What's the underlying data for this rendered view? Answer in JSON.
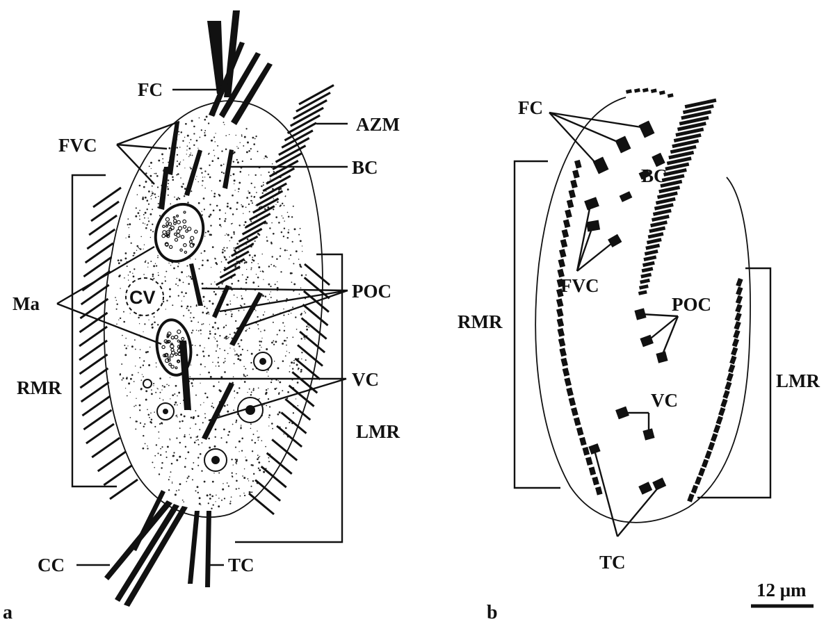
{
  "figure": {
    "panel_a": {
      "panel_label": "a",
      "labels": {
        "fc": "FC",
        "fvc": "FVC",
        "azm": "AZM",
        "bc": "BC",
        "ma": "Ma",
        "cv": "CV",
        "poc": "POC",
        "rmr": "RMR",
        "vc": "VC",
        "lmr": "LMR",
        "cc": "CC",
        "tc": "TC"
      }
    },
    "panel_b": {
      "panel_label": "b",
      "labels": {
        "fc": "FC",
        "bc": "BC",
        "fvc": "FVC",
        "poc": "POC",
        "rmr": "RMR",
        "lmr": "LMR",
        "vc": "VC",
        "tc": "TC"
      },
      "scale_bar": "12 μm"
    },
    "colors": {
      "ink": "#111111",
      "background": "#ffffff"
    }
  }
}
